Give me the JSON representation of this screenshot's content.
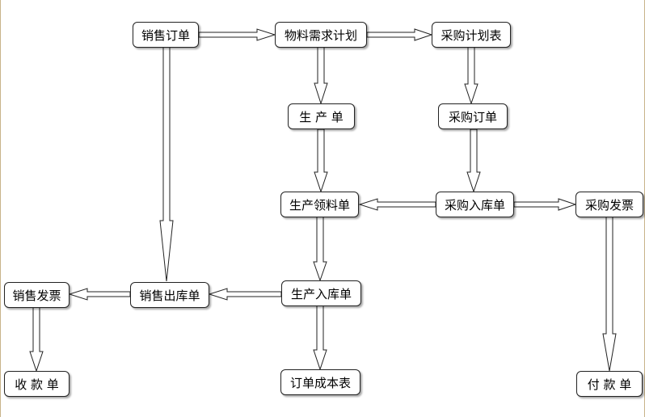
{
  "nodes": {
    "sales_order": "销售订单",
    "mrp": "物料需求计划",
    "purchase_plan": "采购计划表",
    "production_order": "生 产 单",
    "purchase_order": "采购订单",
    "material_requisition": "生产领料单",
    "purchase_receipt": "采购入库单",
    "purchase_invoice": "采购发票",
    "sales_invoice": "销售发票",
    "sales_delivery": "销售出库单",
    "production_receipt": "生产入库单",
    "receipt_voucher": "收 款 单",
    "order_cost_sheet": "订单成本表",
    "payment_voucher": "付 款 单"
  },
  "colors": {
    "line": "#222222",
    "fill": "#ffffff"
  }
}
